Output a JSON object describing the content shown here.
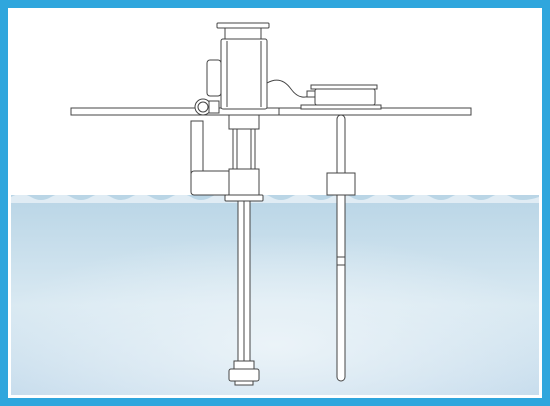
{
  "diagram": {
    "colors": {
      "frame_border": "#2fa6dd",
      "frame_inner": "#ffffff",
      "air": "#ffffff",
      "water_top": "#b9d5e6",
      "water_mid": "#d9e9f2",
      "water_glow": "#eef5f9",
      "line": "#444444",
      "equipment_fill": "#ffffff"
    },
    "components": [
      "mounting-plate",
      "motor",
      "motor-cap",
      "junction-box",
      "pump-column",
      "pump-shaft",
      "pump-inlet",
      "discharge-pipe",
      "discharge-elbow",
      "level-switch-housing",
      "float-rod",
      "float"
    ]
  }
}
